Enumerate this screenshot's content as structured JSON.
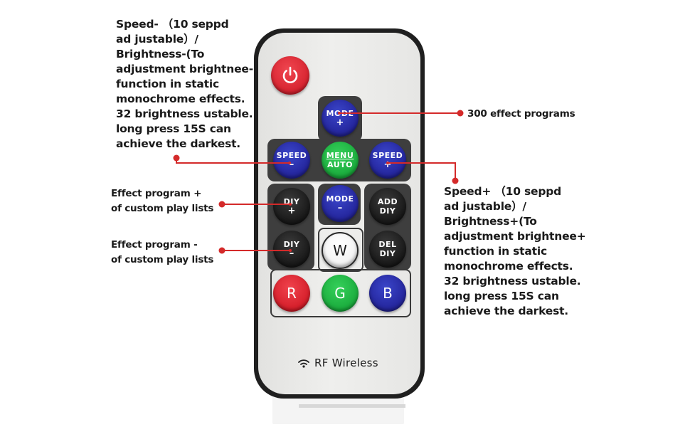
{
  "annotations": {
    "speed_minus": "Speed- （10 seppd\nad justable）/\nBrightness-(To\nadjustment brightnee-\nfunction in static\nmonochrome effects.\n32 brightness ustable.\nlong press 15S can\nachieve the darkest.",
    "speed_plus": "Speed+ （10 seppd\nad justable）/\nBrightness+(To\nadjustment brightnee+\nfunction in static\nmonochrome effects.\n32 brightness ustable.\nlong press 15S can\nachieve the darkest.",
    "effects": "300 effect  programs",
    "diy_plus": "Effect  program +\nof custom play lists",
    "diy_minus": "Effect  program -\nof custom play lists"
  },
  "buttons": {
    "mode_plus": {
      "l1": "MODE",
      "l2": "+"
    },
    "speed_minus": {
      "l1": "SPEED",
      "l2": "–"
    },
    "menu_auto": {
      "l1": "MENU",
      "l2": "AUTO"
    },
    "speed_plus": {
      "l1": "SPEED",
      "l2": "+"
    },
    "diy_plus": {
      "l1": "DIY",
      "l2": "+"
    },
    "mode_minus": {
      "l1": "MODE",
      "l2": "–"
    },
    "add_diy": {
      "l1": "ADD",
      "l2": "DIY"
    },
    "diy_minus": {
      "l1": "DIY",
      "l2": "–"
    },
    "w": "W",
    "del_diy": {
      "l1": "DEL",
      "l2": "DIY"
    },
    "r": "R",
    "g": "G",
    "b": "B"
  },
  "footer": {
    "label": "RF Wireless",
    "icon": "wireless-signal-icon"
  },
  "colors": {
    "callout_line": "#d42a2a",
    "button_blue": "#23249a",
    "button_green": "#18a83a",
    "button_red": "#d21a26",
    "power_red": "#d4202c"
  }
}
